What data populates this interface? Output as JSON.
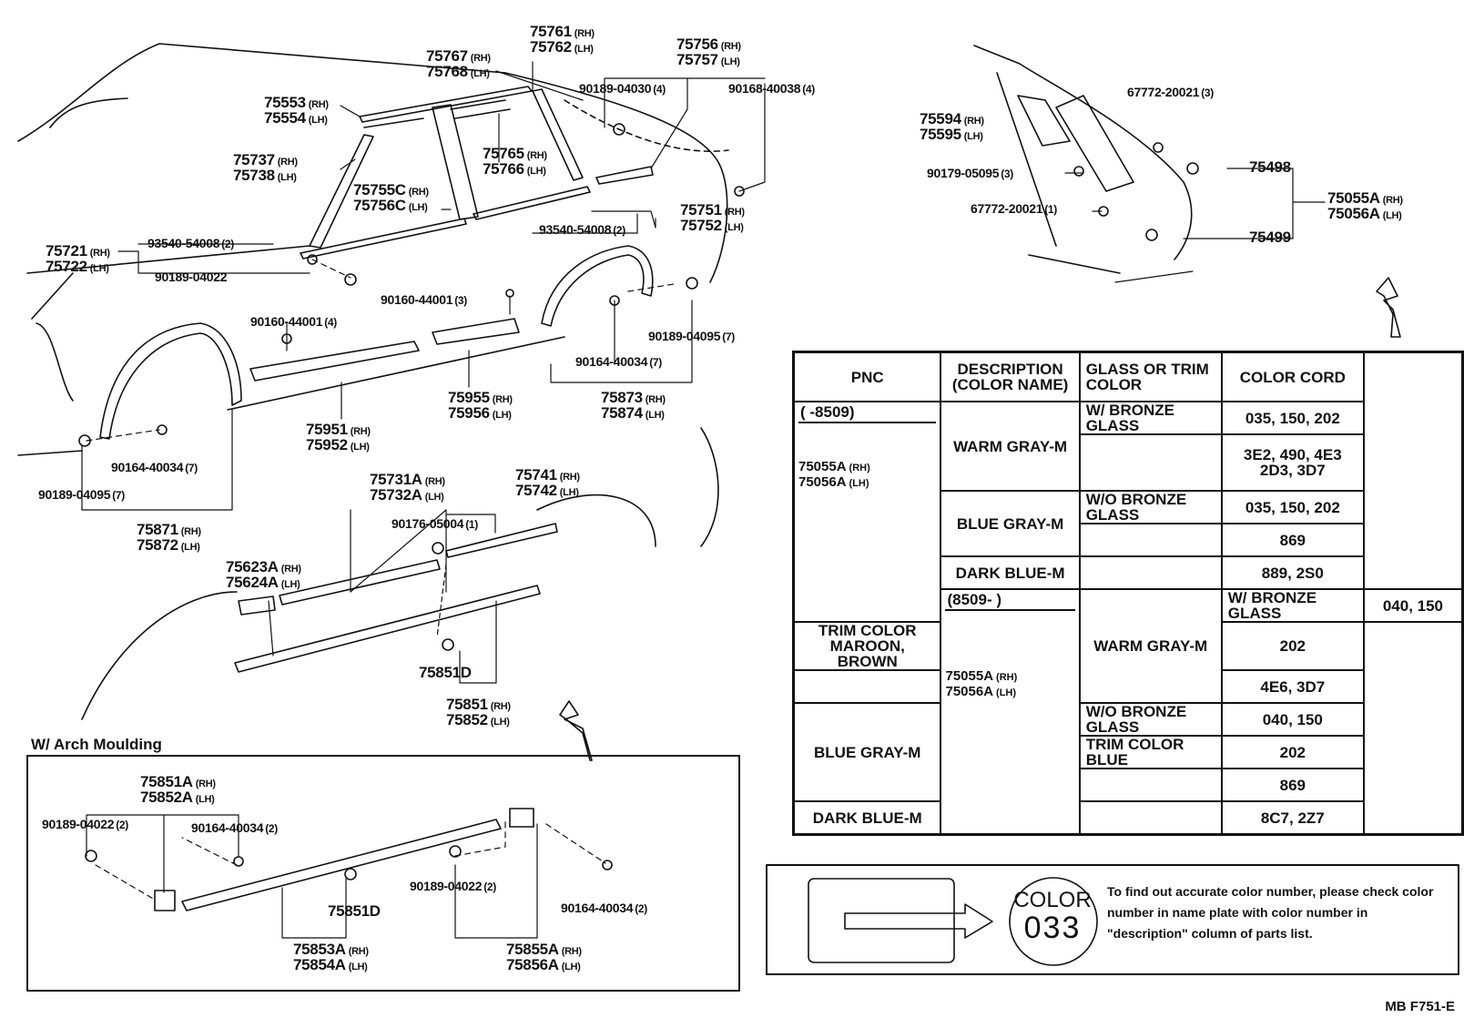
{
  "section_label": "W/ Arch Moulding",
  "page_code": "MB  F751-E",
  "note": "To find out accurate color number, please check color number in name plate with color number in \"description\" column of parts list.",
  "color_plate": {
    "word": "COLOR",
    "number": "033"
  },
  "callouts": {
    "p75761": {
      "num": "75761",
      "sfx": "(RH)"
    },
    "p75762": {
      "num": "75762",
      "sfx": "(LH)"
    },
    "p75767": {
      "num": "75767",
      "sfx": "(RH)"
    },
    "p75768": {
      "num": "75768",
      "sfx": "(LH)"
    },
    "p75756": {
      "num": "75756",
      "sfx": "(RH)"
    },
    "p75757": {
      "num": "75757",
      "sfx": "(LH)"
    },
    "p90189_04030": {
      "num": "90189-04030",
      "sfx": "(4)"
    },
    "p90168_40038": {
      "num": "90168-40038",
      "sfx": "(4)"
    },
    "p75553": {
      "num": "75553",
      "sfx": "(RH)"
    },
    "p75554": {
      "num": "75554",
      "sfx": "(LH)"
    },
    "p75737": {
      "num": "75737",
      "sfx": "(RH)"
    },
    "p75738": {
      "num": "75738",
      "sfx": "(LH)"
    },
    "p75765": {
      "num": "75765",
      "sfx": "(RH)"
    },
    "p75766": {
      "num": "75766",
      "sfx": "(LH)"
    },
    "p75755C": {
      "num": "75755C",
      "sfx": "(RH)"
    },
    "p75756C": {
      "num": "75756C",
      "sfx": "(LH)"
    },
    "p75751": {
      "num": "75751",
      "sfx": "(RH)"
    },
    "p75752": {
      "num": "75752",
      "sfx": "(LH)"
    },
    "p93540_a": {
      "num": "93540-54008",
      "sfx": "(2)"
    },
    "p93540_b": {
      "num": "93540-54008",
      "sfx": "(2)"
    },
    "p75721": {
      "num": "75721",
      "sfx": "(RH)"
    },
    "p75722": {
      "num": "75722",
      "sfx": "(LH)"
    },
    "p90189_04022": {
      "num": "90189-04022",
      "sfx": ""
    },
    "p90160_44001_3": {
      "num": "90160-44001",
      "sfx": "(3)"
    },
    "p90160_44001_4": {
      "num": "90160-44001",
      "sfx": "(4)"
    },
    "p90189_04095_r": {
      "num": "90189-04095",
      "sfx": "(7)"
    },
    "p90164_40034_r": {
      "num": "90164-40034",
      "sfx": "(7)"
    },
    "p75873": {
      "num": "75873",
      "sfx": "(RH)"
    },
    "p75874": {
      "num": "75874",
      "sfx": "(LH)"
    },
    "p75955": {
      "num": "75955",
      "sfx": "(RH)"
    },
    "p75956": {
      "num": "75956",
      "sfx": "(LH)"
    },
    "p75951": {
      "num": "75951",
      "sfx": "(RH)"
    },
    "p75952": {
      "num": "75952",
      "sfx": "(LH)"
    },
    "p90164_40034_l": {
      "num": "90164-40034",
      "sfx": "(7)"
    },
    "p90189_04095_l": {
      "num": "90189-04095",
      "sfx": "(7)"
    },
    "p75871": {
      "num": "75871",
      "sfx": "(RH)"
    },
    "p75872": {
      "num": "75872",
      "sfx": "(LH)"
    },
    "p75731A": {
      "num": "75731A",
      "sfx": "(RH)"
    },
    "p75732A": {
      "num": "75732A",
      "sfx": "(LH)"
    },
    "p75741": {
      "num": "75741",
      "sfx": "(RH)"
    },
    "p75742": {
      "num": "75742",
      "sfx": "(LH)"
    },
    "p90176_05004": {
      "num": "90176-05004",
      "sfx": "(1)"
    },
    "p75623A": {
      "num": "75623A",
      "sfx": "(RH)"
    },
    "p75624A": {
      "num": "75624A",
      "sfx": "(LH)"
    },
    "p75851D_top": {
      "num": "75851D",
      "sfx": ""
    },
    "p75851": {
      "num": "75851",
      "sfx": "(RH)"
    },
    "p75852": {
      "num": "75852",
      "sfx": "(LH)"
    },
    "p75851A": {
      "num": "75851A",
      "sfx": "(RH)"
    },
    "p75852A": {
      "num": "75852A",
      "sfx": "(LH)"
    },
    "p90189_04022_2a": {
      "num": "90189-04022",
      "sfx": "(2)"
    },
    "p90164_40034_2a": {
      "num": "90164-40034",
      "sfx": "(2)"
    },
    "p75851D_bot": {
      "num": "75851D",
      "sfx": ""
    },
    "p90189_04022_2b": {
      "num": "90189-04022",
      "sfx": "(2)"
    },
    "p90164_40034_2b": {
      "num": "90164-40034",
      "sfx": "(2)"
    },
    "p75853A": {
      "num": "75853A",
      "sfx": "(RH)"
    },
    "p75854A": {
      "num": "75854A",
      "sfx": "(LH)"
    },
    "p75855A": {
      "num": "75855A",
      "sfx": "(RH)"
    },
    "p75856A": {
      "num": "75856A",
      "sfx": "(LH)"
    },
    "p75594": {
      "num": "75594",
      "sfx": "(RH)"
    },
    "p75595": {
      "num": "75595",
      "sfx": "(LH)"
    },
    "p67772_3": {
      "num": "67772-20021",
      "sfx": "(3)"
    },
    "p90179_05095": {
      "num": "90179-05095",
      "sfx": "(3)"
    },
    "p67772_1": {
      "num": "67772-20021",
      "sfx": "(1)"
    },
    "p75498": {
      "num": "75498",
      "sfx": ""
    },
    "p75499": {
      "num": "75499",
      "sfx": ""
    },
    "p75055A": {
      "num": "75055A",
      "sfx": "(RH)"
    },
    "p75056A": {
      "num": "75056A",
      "sfx": "(LH)"
    }
  },
  "table": {
    "headers": {
      "pnc": "PNC",
      "desc1": "DESCRIPTION",
      "desc2": "(COLOR NAME)",
      "glass1": "GLASS OR TRIM",
      "glass2": "COLOR",
      "cord": "COLOR CORD"
    },
    "g1": {
      "date": "(       -8509)",
      "pnc1": "75055A",
      "pnc1_sfx": "(RH)",
      "pnc2": "75056A",
      "pnc2_sfx": "(LH)",
      "rows": {
        "warm": "WARM GRAY-M",
        "warm_g1": "W/ BRONZE GLASS",
        "warm_c1": "035, 150, 202",
        "warm_c2a": "3E2, 490, 4E3",
        "warm_c2b": "2D3, 3D7",
        "blue": "BLUE GRAY-M",
        "blue_g1": "W/O BRONZE GLASS",
        "blue_c1": "035, 150, 202",
        "blue_c2": "869",
        "dark": "DARK BLUE-M",
        "dark_c": "889, 2S0"
      }
    },
    "g2": {
      "date": "(8509-        )",
      "pnc1": "75055A",
      "pnc1_sfx": "(RH)",
      "pnc2": "75056A",
      "pnc2_sfx": "(LH)",
      "rows": {
        "warm": "WARM GRAY-M",
        "warm_g1": "W/ BRONZE GLASS",
        "warm_c1": "040, 150",
        "warm_g2a": "TRIM COLOR",
        "warm_g2b": "MAROON, BROWN",
        "warm_c2": "202",
        "warm_c3": "4E6, 3D7",
        "blue": "BLUE GRAY-M",
        "blue_g1": "W/O BRONZE GLASS",
        "blue_c1": "040, 150",
        "blue_g2": "TRIM COLOR BLUE",
        "blue_c2": "202",
        "blue_c3": "869",
        "dark": "DARK BLUE-M",
        "dark_c": "8C7, 2Z7"
      }
    }
  }
}
